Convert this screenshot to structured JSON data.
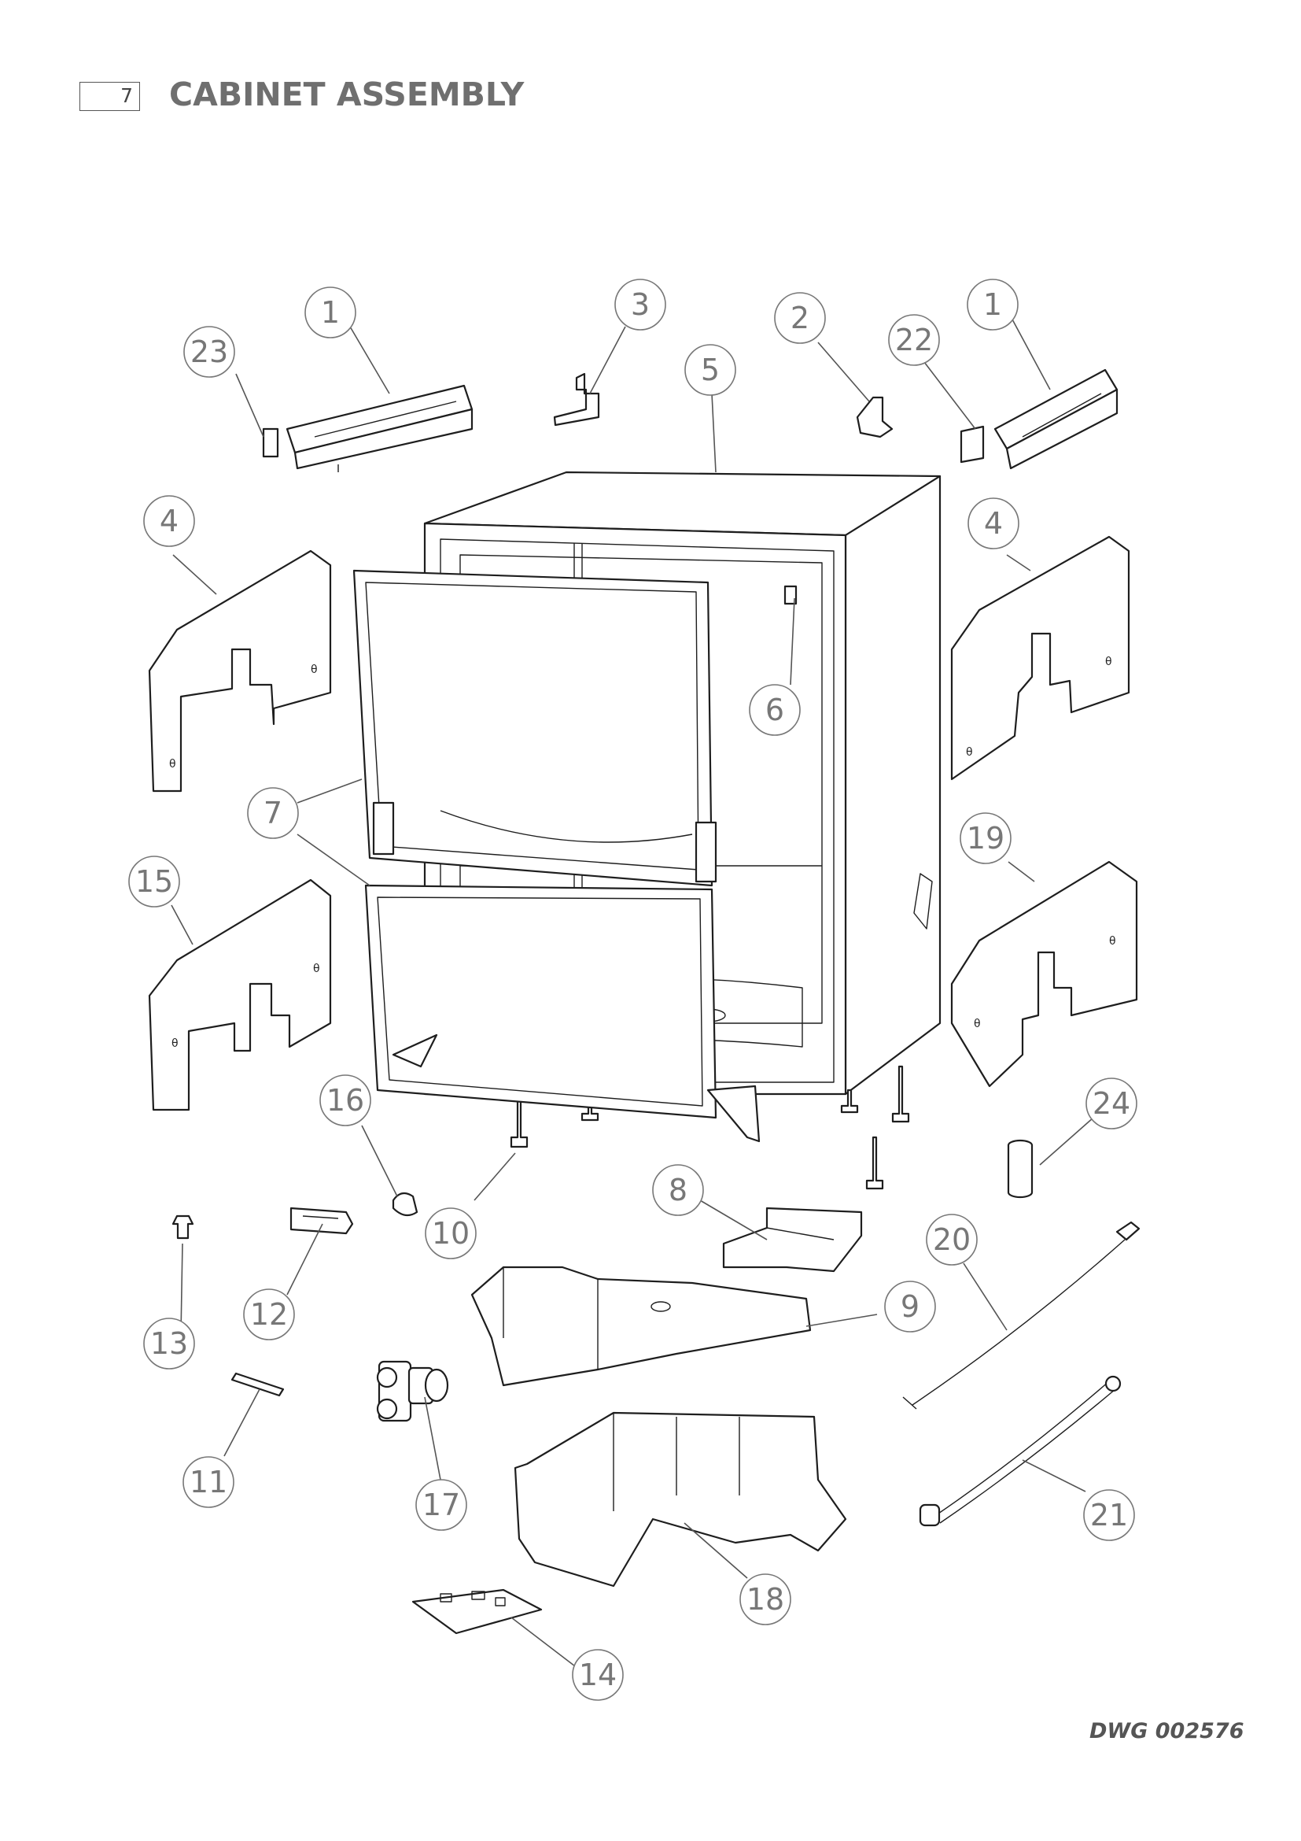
{
  "header": {
    "section_number": "7",
    "title": "CABINET ASSEMBLY"
  },
  "drawing_number": "DWG 002576",
  "callouts": [
    "1",
    "1",
    "2",
    "3",
    "4",
    "4",
    "5",
    "6",
    "7",
    "8",
    "9",
    "10",
    "11",
    "12",
    "13",
    "14",
    "15",
    "16",
    "17",
    "18",
    "19",
    "20",
    "21",
    "22",
    "23",
    "24"
  ]
}
